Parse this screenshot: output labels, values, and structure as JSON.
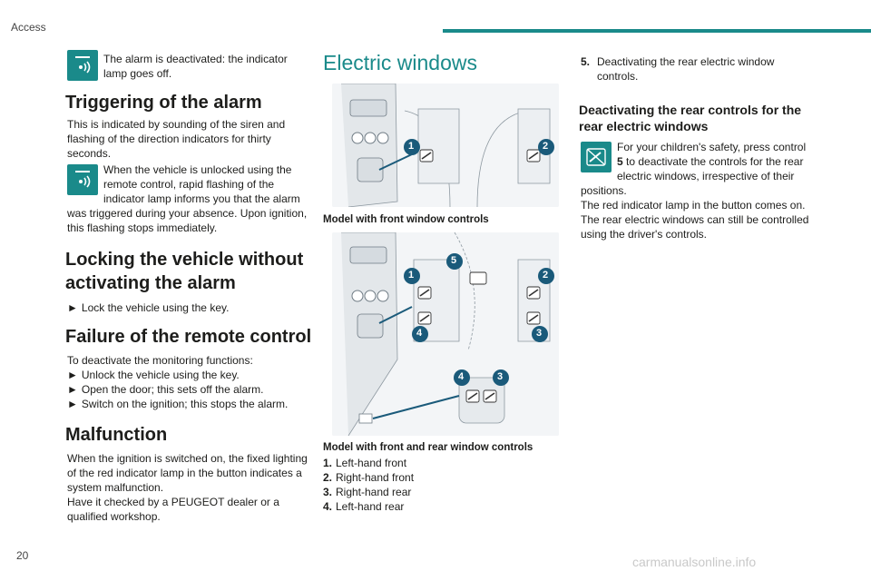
{
  "header": {
    "section": "Access"
  },
  "page_number": "20",
  "watermark": "carmanualsonline.info",
  "colors": {
    "teal": "#1a8a8a",
    "callout": "#1a5a7a"
  },
  "col1": {
    "alarm_off_text": "The alarm is deactivated: the indicator lamp goes off.",
    "triggering_title": "Triggering of the alarm",
    "triggering_text": "This is indicated by sounding of the siren and flashing of the direction indicators for thirty seconds.",
    "triggering_note": "When the vehicle is unlocked using the remote control, rapid flashing of the indicator lamp informs you that the alarm was triggered during your absence. Upon ignition, this flashing stops immediately.",
    "locking_title": "Locking the vehicle without activating the alarm",
    "locking_step": "Lock the vehicle using the key.",
    "failure_title": "Failure of the remote control",
    "failure_intro": "To deactivate the monitoring functions:",
    "failure_steps": [
      "Unlock the vehicle using the key.",
      "Open the door; this sets off the alarm.",
      "Switch on the ignition; this stops the alarm."
    ],
    "malfunction_title": "Malfunction",
    "malfunction_text": "When the ignition is switched on, the fixed lighting of the red indicator lamp in the button indicates a system malfunction.",
    "malfunction_text2": "Have it checked by a PEUGEOT dealer or a qualified workshop.",
    "arrow_glyph": "►",
    "icon_names": [
      "alarm-lamp-icon",
      "alarm-lamp-icon"
    ]
  },
  "col2": {
    "title": "Electric windows",
    "caption1": "Model with front window controls",
    "caption2": "Model with front and rear window controls",
    "callouts": [
      "1",
      "2",
      "3",
      "4",
      "5"
    ],
    "legend": [
      {
        "num": "1.",
        "label": "Left-hand front"
      },
      {
        "num": "2.",
        "label": "Right-hand front"
      },
      {
        "num": "3.",
        "label": "Right-hand rear"
      },
      {
        "num": "4.",
        "label": "Left-hand rear"
      }
    ]
  },
  "col3": {
    "item5_num": "5.",
    "item5_text": "Deactivating the rear electric window controls.",
    "rear_title": "Deactivating the rear controls for the rear electric windows",
    "rear_text_a": "For your children's safety, press control ",
    "rear_text_b": "5",
    "rear_text_c": " to deactivate the controls for the rear electric windows, irrespective of their positions.",
    "rear_text2": "The red indicator lamp in the button comes on.",
    "rear_text3": "The rear electric windows can still be controlled using the driver's controls.",
    "icon_name": "child-lock-icon"
  }
}
